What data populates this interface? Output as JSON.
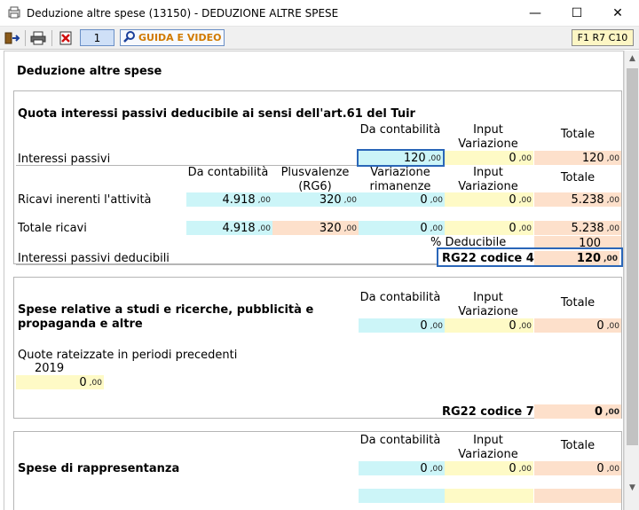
{
  "window": {
    "title": "Deduzione altre spese (13150) - DEDUZIONE ALTRE SPESE",
    "minimize": "—",
    "maximize": "☐",
    "close": "✕"
  },
  "toolbar": {
    "page_number": "1",
    "guide_label": "GUIDA E VIDEO",
    "code_label": "F1 R7 C10",
    "icons": [
      "exit-icon",
      "print-icon",
      "delete-icon",
      "search-icon"
    ]
  },
  "page": {
    "heading": "Deduzione altre spese",
    "dec": ",00",
    "s1": {
      "title": "Quota interessi passivi deducibile ai sensi dell'art.61 del Tuir",
      "hdr_contabilita": "Da contabilità",
      "hdr_input": "Input Variazione",
      "hdr_totale": "Totale",
      "interessi_label": "Interessi passivi",
      "interessi": {
        "contabilita": "120",
        "input": "0",
        "totale": "120"
      },
      "hdr2_contabilita": "Da contabilità",
      "hdr2_plusvalenze": "Plusvalenze (RG6)",
      "hdr2_variazione": "Variazione rimanenze",
      "hdr2_input": "Input Variazione",
      "hdr2_totale": "Totale",
      "ricavi_label": "Ricavi inerenti l'attività",
      "ricavi": {
        "contabilita": "4.918",
        "plusvalenze": "320",
        "variazione": "0",
        "input": "0",
        "totale": "5.238"
      },
      "totale_ricavi_label": "Totale ricavi",
      "totale_ricavi": {
        "contabilita": "4.918",
        "plusvalenze": "320",
        "variazione": "0",
        "input": "0",
        "totale": "5.238"
      },
      "perc_label": "% Deducibile",
      "perc_value": "100",
      "deducibili_label": "Interessi passivi deducibili",
      "rg22_4_label": "RG22 codice 4",
      "rg22_4_value": "120"
    },
    "s2": {
      "title": "Spese relative a studi e ricerche, pubblicità e propaganda e altre",
      "hdr_contabilita": "Da contabilità",
      "hdr_input": "Input Variazione",
      "hdr_totale": "Totale",
      "values": {
        "contabilita": "0",
        "input": "0",
        "totale": "0"
      },
      "quote_label": "Quote rateizzate in periodi precedenti",
      "year": "2019",
      "year_value": "0",
      "rg22_7_label": "RG22 codice 7",
      "rg22_7_value": "0"
    },
    "s3": {
      "title": "Spese di rappresentanza",
      "hdr_contabilita": "Da contabilità",
      "hdr_input": "Input Variazione",
      "hdr_totale": "Totale",
      "values": {
        "contabilita": "0",
        "input": "0",
        "totale": "0"
      }
    }
  }
}
